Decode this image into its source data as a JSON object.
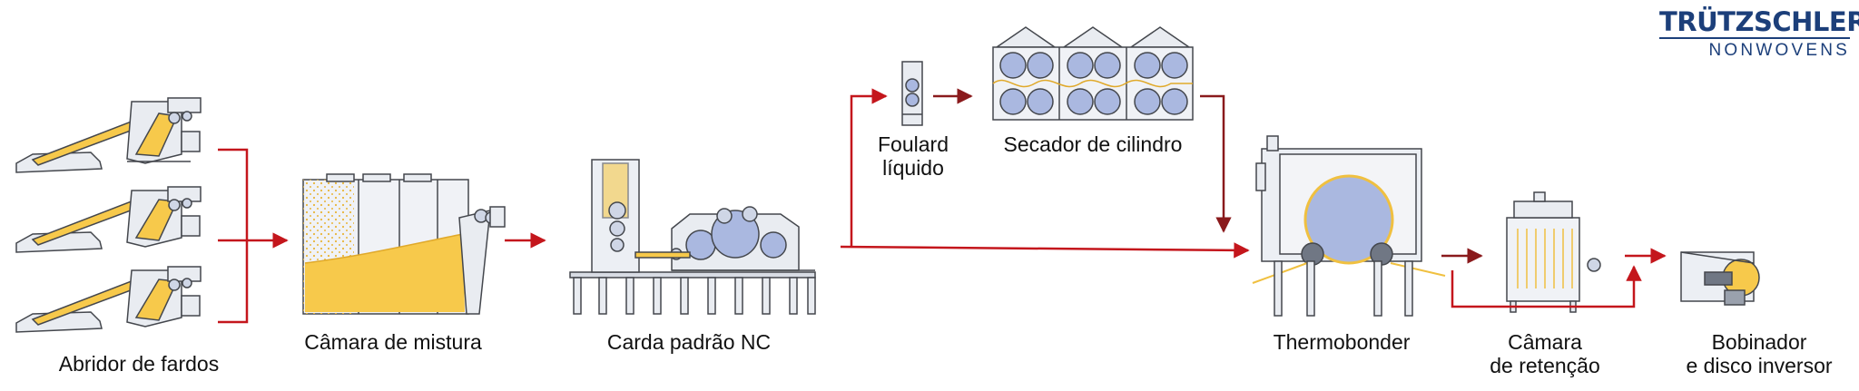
{
  "logo": {
    "brand": "TRÜTZSCHLER",
    "sub": "NONWOVENS",
    "color": "#1c3f7a"
  },
  "colors": {
    "arrow": "#c4161c",
    "arrow_dark": "#8a1a1c",
    "machine": "#e9ecf1",
    "outline": "#44474d",
    "fiber": "#f7c94b",
    "drum": "#aab8e0"
  },
  "stations": [
    {
      "id": "bale-opener",
      "label": "Abridor de fardos"
    },
    {
      "id": "mixing-chamber",
      "label": "Câmara de mistura"
    },
    {
      "id": "card",
      "label": "Carda padrão NC"
    },
    {
      "id": "foulard",
      "label_lines": [
        "Foulard",
        "líquido"
      ]
    },
    {
      "id": "drum-dryer",
      "label": "Secador de cilindro"
    },
    {
      "id": "thermobonder",
      "label": "Thermobonder"
    },
    {
      "id": "retention-chamber",
      "label_lines": [
        "Câmara",
        "de retenção"
      ]
    },
    {
      "id": "winder",
      "label_lines": [
        "Bobinador",
        "e disco inversor"
      ]
    }
  ]
}
